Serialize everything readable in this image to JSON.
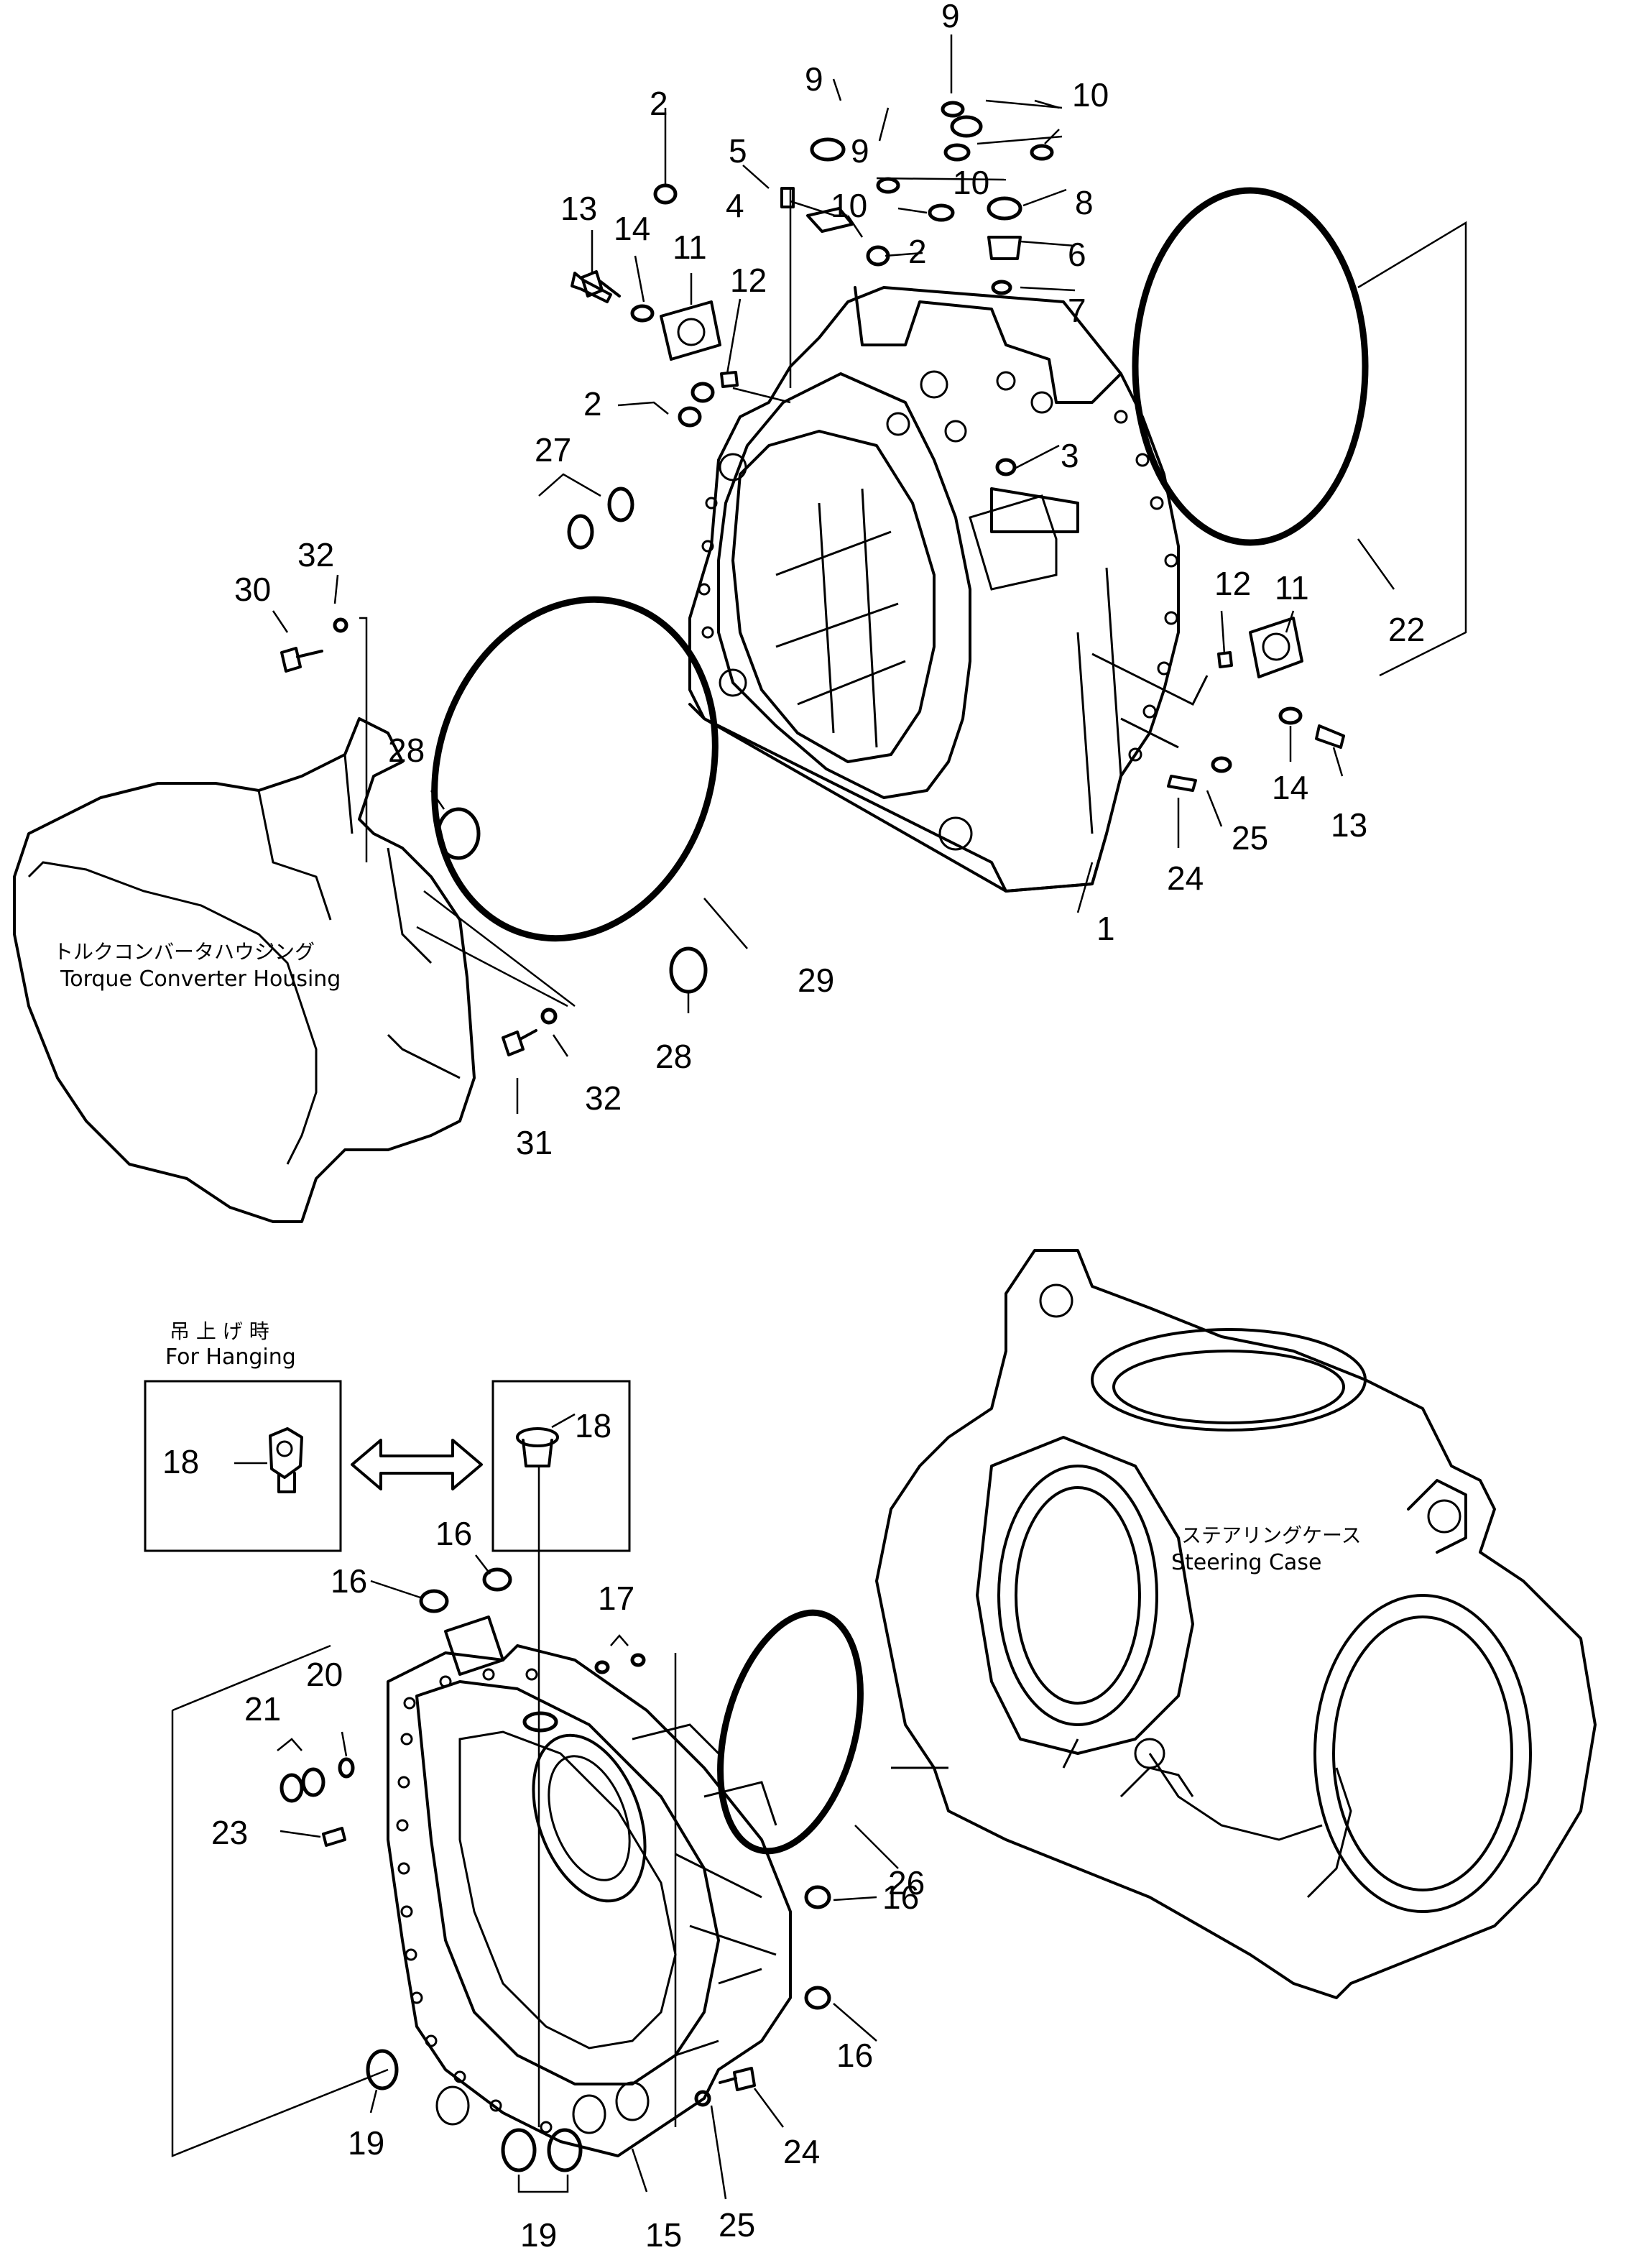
{
  "labels": {
    "torque_converter_jp": "トルクコンバータハウジング",
    "torque_converter_en": "Torque Converter Housing",
    "hanging_jp": "吊 上 げ 時",
    "hanging_en": "For Hanging",
    "steering_jp": "ステアリングケース",
    "steering_en": "Steering Case"
  },
  "callouts": {
    "p1": "1",
    "p2a": "2",
    "p2b": "2",
    "p2c": "2",
    "p3": "3",
    "p4": "4",
    "p5": "5",
    "p6": "6",
    "p7": "7",
    "p8": "8",
    "p9a": "9",
    "p9b": "9",
    "p9c": "9",
    "p10a": "10",
    "p10b": "10",
    "p10c": "10",
    "p11a": "11",
    "p11b": "11",
    "p12a": "12",
    "p12b": "12",
    "p13a": "13",
    "p13b": "13",
    "p14a": "14",
    "p14b": "14",
    "p15": "15",
    "p16a": "16",
    "p16b": "16",
    "p16c": "16",
    "p16d": "16",
    "p17": "17",
    "p18a": "18",
    "p18b": "18",
    "p19a": "19",
    "p19b": "19",
    "p20": "20",
    "p21": "21",
    "p22": "22",
    "p23": "23",
    "p24a": "24",
    "p24b": "24",
    "p25a": "25",
    "p25b": "25",
    "p26": "26",
    "p27": "27",
    "p28a": "28",
    "p28b": "28",
    "p29": "29",
    "p30": "30",
    "p31": "31",
    "p32a": "32",
    "p32b": "32"
  }
}
